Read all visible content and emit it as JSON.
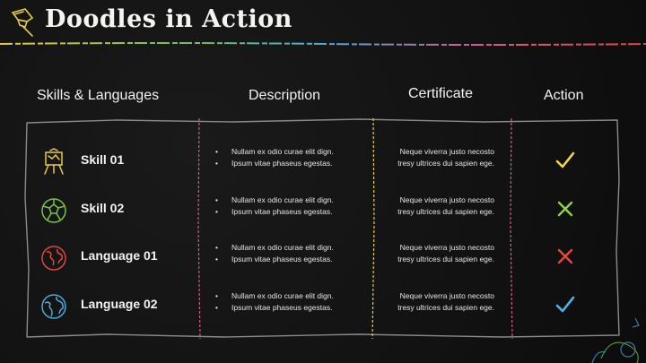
{
  "slide": {
    "title": "Doodles in Action",
    "headers": {
      "skills": "Skills & Languages",
      "description": "Description",
      "certificate": "Certificate",
      "action": "Action"
    },
    "rows": [
      {
        "label": "Skill 01",
        "icon": "easel-icon",
        "icon_color": "#e8c84a",
        "desc": [
          "Nullam ex odio curae elit dign.",
          "Ipsum vitae phaseus egestas."
        ],
        "cert": "Neque viverra justo necosto tresy ultrices dui sapien ege.",
        "action": "check",
        "action_color": "#f1d54b"
      },
      {
        "label": "Skill 02",
        "icon": "soccer-ball-icon",
        "icon_color": "#7cc04a",
        "desc": [
          "Nullam ex odio curae elit dign.",
          "Ipsum vitae phaseus egestas."
        ],
        "cert": "Neque viverra justo necosto tresy ultrices dui sapien ege.",
        "action": "cross",
        "action_color": "#8fd14f"
      },
      {
        "label": "Language 01",
        "icon": "globe-icon",
        "icon_color": "#e0473d",
        "desc": [
          "Nullam ex odio curae elit dign.",
          "Ipsum vitae phaseus egestas."
        ],
        "cert": "Neque viverra justo necosto tresy ultrices dui sapien ege.",
        "action": "cross",
        "action_color": "#e8473d"
      },
      {
        "label": "Language 02",
        "icon": "globe-icon",
        "icon_color": "#4fa8d8",
        "desc": [
          "Nullam ex odio curae elit dign.",
          "Ipsum vitae phaseus egestas."
        ],
        "cert": "Neque viverra justo necosto tresy ultrices dui sapien ege.",
        "action": "check",
        "action_color": "#4fb3e8"
      }
    ]
  }
}
